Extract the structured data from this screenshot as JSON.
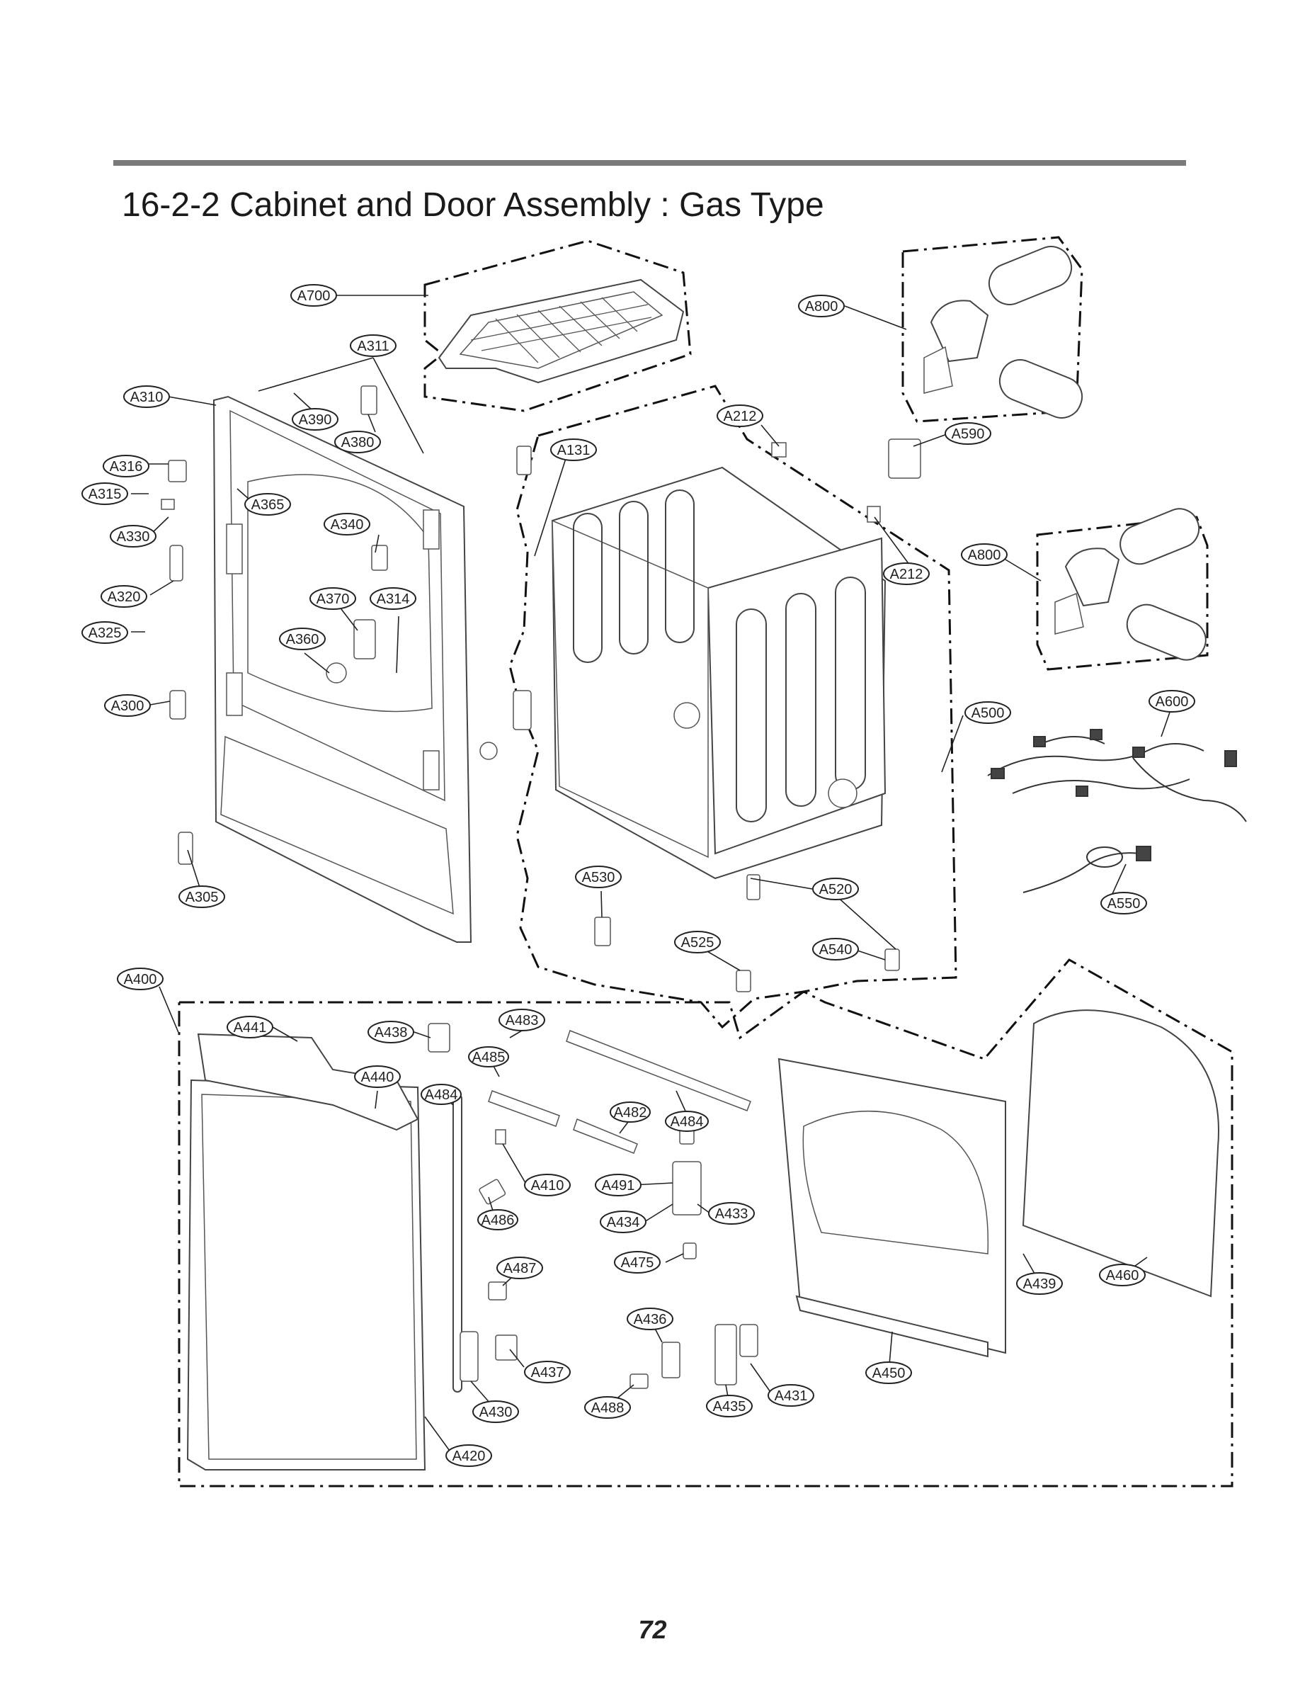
{
  "page": {
    "title": "16-2-2 Cabinet and Door Assembly : Gas Type",
    "page_number": "72"
  },
  "callouts": [
    {
      "id": "A700",
      "label": "A700"
    },
    {
      "id": "A800-top",
      "label": "A800"
    },
    {
      "id": "A311",
      "label": "A311"
    },
    {
      "id": "A310",
      "label": "A310"
    },
    {
      "id": "A390",
      "label": "A390"
    },
    {
      "id": "A380",
      "label": "A380"
    },
    {
      "id": "A212-top",
      "label": "A212"
    },
    {
      "id": "A590",
      "label": "A590"
    },
    {
      "id": "A131",
      "label": "A131"
    },
    {
      "id": "A316",
      "label": "A316"
    },
    {
      "id": "A315",
      "label": "A315"
    },
    {
      "id": "A365",
      "label": "A365"
    },
    {
      "id": "A330",
      "label": "A330"
    },
    {
      "id": "A340",
      "label": "A340"
    },
    {
      "id": "A212-mid",
      "label": "A212"
    },
    {
      "id": "A800-mid",
      "label": "A800"
    },
    {
      "id": "A320",
      "label": "A320"
    },
    {
      "id": "A370",
      "label": "A370"
    },
    {
      "id": "A314",
      "label": "A314"
    },
    {
      "id": "A325",
      "label": "A325"
    },
    {
      "id": "A360",
      "label": "A360"
    },
    {
      "id": "A300",
      "label": "A300"
    },
    {
      "id": "A500",
      "label": "A500"
    },
    {
      "id": "A600",
      "label": "A600"
    },
    {
      "id": "A305",
      "label": "A305"
    },
    {
      "id": "A530",
      "label": "A530"
    },
    {
      "id": "A520",
      "label": "A520"
    },
    {
      "id": "A550",
      "label": "A550"
    },
    {
      "id": "A525",
      "label": "A525"
    },
    {
      "id": "A540",
      "label": "A540"
    },
    {
      "id": "A400",
      "label": "A400"
    },
    {
      "id": "A441",
      "label": "A441"
    },
    {
      "id": "A438",
      "label": "A438"
    },
    {
      "id": "A483",
      "label": "A483"
    },
    {
      "id": "A485",
      "label": "A485"
    },
    {
      "id": "A440",
      "label": "A440"
    },
    {
      "id": "A484-a",
      "label": "A484"
    },
    {
      "id": "A482",
      "label": "A482"
    },
    {
      "id": "A484-b",
      "label": "A484"
    },
    {
      "id": "A410",
      "label": "A410"
    },
    {
      "id": "A491",
      "label": "A491"
    },
    {
      "id": "A486",
      "label": "A486"
    },
    {
      "id": "A434",
      "label": "A434"
    },
    {
      "id": "A433",
      "label": "A433"
    },
    {
      "id": "A475",
      "label": "A475"
    },
    {
      "id": "A487",
      "label": "A487"
    },
    {
      "id": "A439",
      "label": "A439"
    },
    {
      "id": "A460",
      "label": "A460"
    },
    {
      "id": "A436",
      "label": "A436"
    },
    {
      "id": "A437",
      "label": "A437"
    },
    {
      "id": "A431",
      "label": "A431"
    },
    {
      "id": "A450",
      "label": "A450"
    },
    {
      "id": "A430",
      "label": "A430"
    },
    {
      "id": "A488",
      "label": "A488"
    },
    {
      "id": "A435",
      "label": "A435"
    },
    {
      "id": "A420",
      "label": "A420"
    }
  ]
}
